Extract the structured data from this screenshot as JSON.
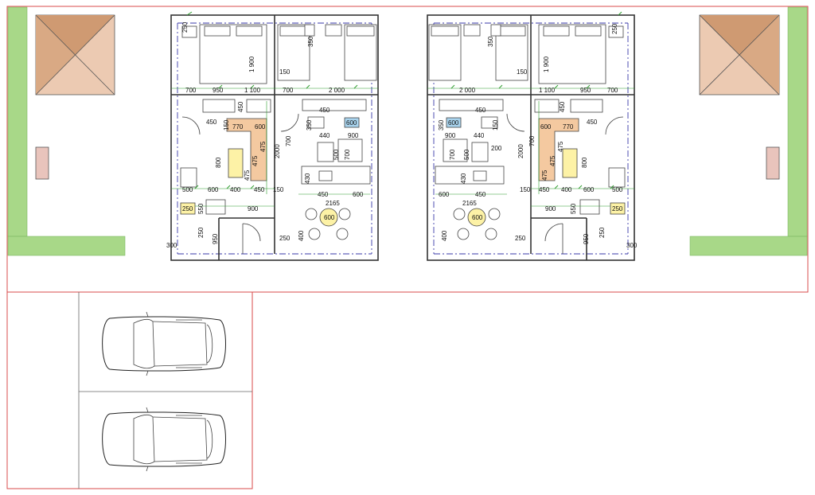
{
  "colors": {
    "hedge": "#a8d888",
    "site_line": "#d94b4b",
    "roof_light": "#eccab2",
    "roof_dark": "#cf9a72",
    "sofa": "#f4c9a0",
    "table": "#fdf2a6",
    "sink": "#a9d4ee",
    "dimension": "#2e9d2e",
    "axis_line": "#3a3aa8",
    "marker": "#e9c4bc"
  },
  "house_left": {
    "dims": {
      "d250": "250",
      "d1900": "1 900",
      "d350": "350",
      "d150": "150",
      "d700a": "700",
      "d950": "950",
      "d1100": "1 100",
      "d700b": "700",
      "d2000": "2 000",
      "d450a": "450",
      "d450b": "450",
      "d350b": "350",
      "d450c": "450",
      "d150b": "150",
      "d600blue": "600",
      "d770": "770",
      "d600sofa": "600",
      "d2000v": "2000",
      "d700v": "700",
      "d440": "440",
      "d900": "900",
      "d500v": "500",
      "d700v2": "700",
      "d800": "800",
      "d475a": "475",
      "d475b": "475",
      "d475c": "475",
      "d430": "430",
      "d500": "500",
      "d600a": "600",
      "d400": "400",
      "d450d": "450",
      "d150c": "150",
      "d450e": "450",
      "d600b": "600",
      "d2165": "2165",
      "d250y": "250",
      "d550": "550",
      "d900b": "900",
      "d600c": "600",
      "d300": "300",
      "d250c": "250",
      "d950b": "950",
      "d250d": "250",
      "d400b": "400"
    }
  },
  "house_right": {
    "dims": {
      "d250": "250",
      "d1900": "1 900",
      "d350": "350",
      "d150": "150",
      "d700a": "700",
      "d950": "950",
      "d1100": "1 100",
      "d2000": "2 000",
      "d450a": "450",
      "d450b": "450",
      "d350b": "350",
      "d450c": "450",
      "d150b": "150",
      "d600blue": "600",
      "d770": "770",
      "d600sofa": "600",
      "d2000v": "2000",
      "d700v": "700",
      "d440": "440",
      "d900": "900",
      "d200": "200",
      "d700v2": "700",
      "d500v": "500",
      "d800": "800",
      "d475a": "475",
      "d475b": "475",
      "d475c": "475",
      "d430": "430",
      "d500": "500",
      "d600a": "600",
      "d400": "400",
      "d450d": "450",
      "d150c": "150",
      "d450e": "450",
      "d600b": "600",
      "d2165": "2165",
      "d250y": "250",
      "d550": "550",
      "d900b": "900",
      "d600c": "600",
      "d300": "300",
      "d250c": "250",
      "d950b": "950",
      "d250d": "250",
      "d400b": "400"
    }
  }
}
